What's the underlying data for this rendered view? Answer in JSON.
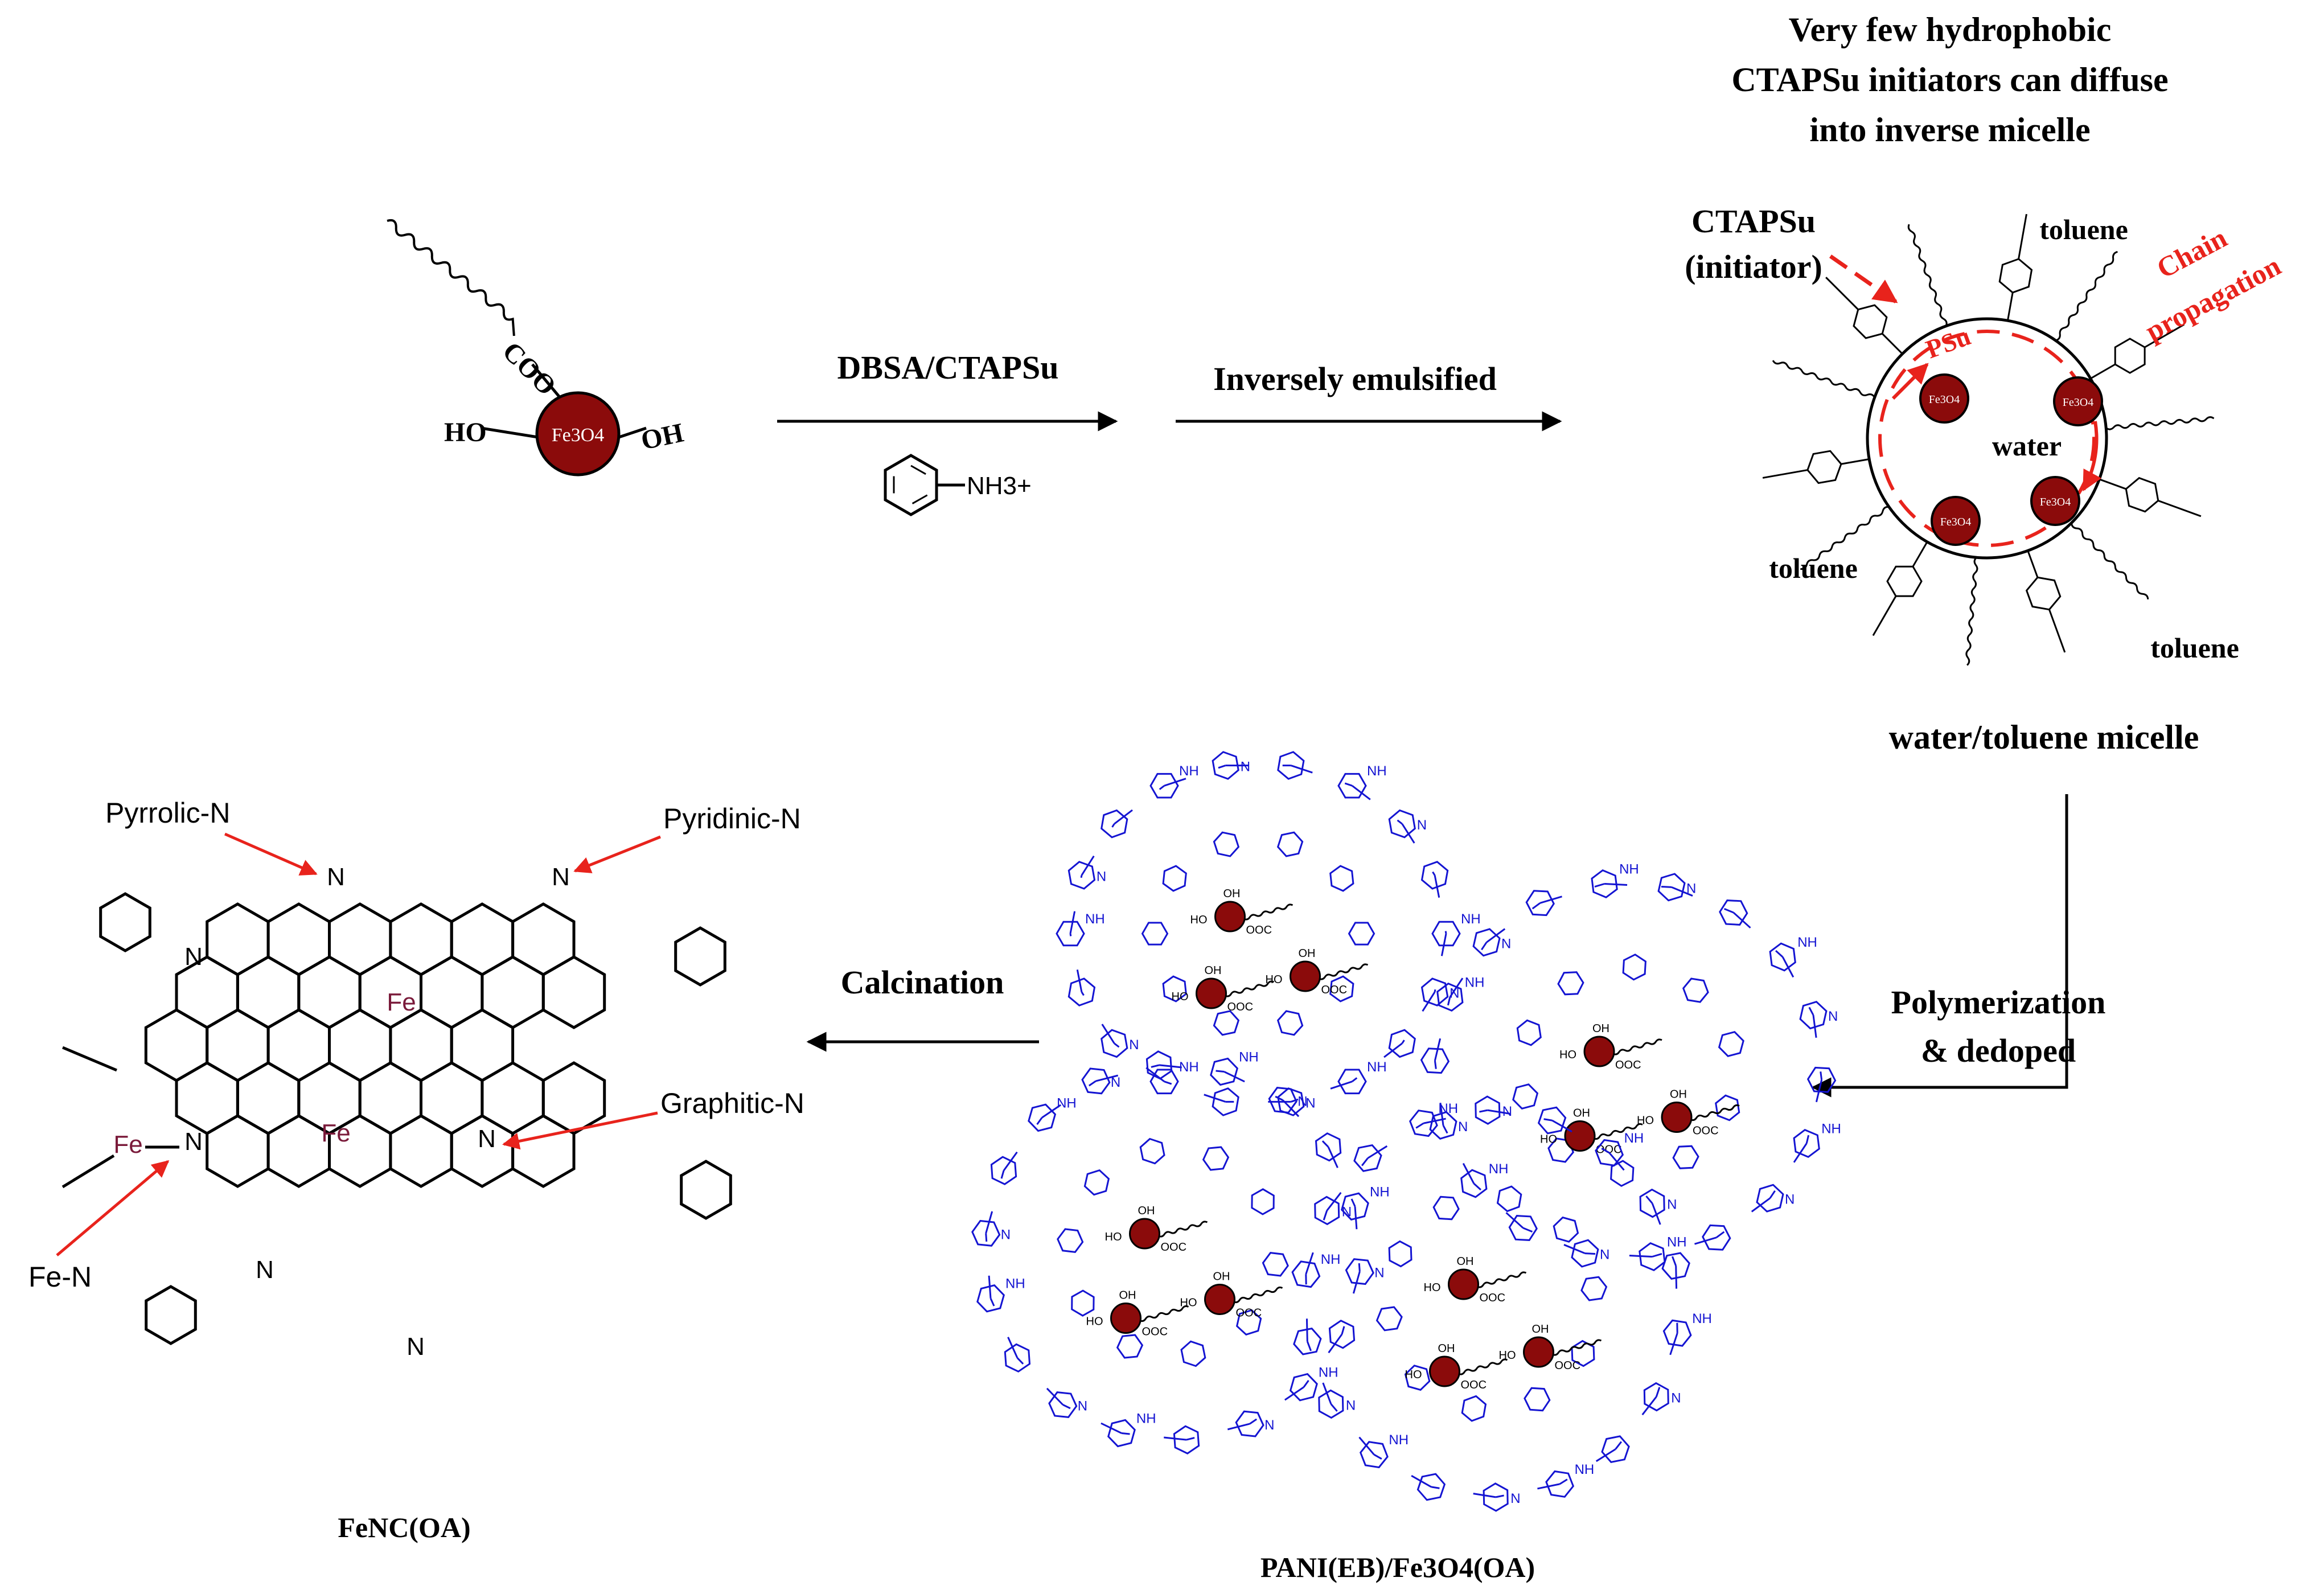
{
  "header": {
    "line1": "Very few hydrophobic",
    "line2": "CTAPSu initiators can diffuse",
    "line3": "into inverse micelle"
  },
  "steps": {
    "reagent": "DBSA/CTAPSu",
    "anilinium": "NH3+",
    "emulsify": "Inversely emulsified",
    "polymerize_1": "Polymerization",
    "polymerize_2": "& dedoped",
    "calcination": "Calcination"
  },
  "precursor": {
    "core": "Fe3O4",
    "left_group": "HO",
    "right_group": "OH",
    "ligand": "COO"
  },
  "micelle": {
    "initiator_1": "CTAPSu",
    "initiator_2": "(initiator)",
    "psu": "PSu",
    "chain_1": "Chain",
    "chain_2": "propagation",
    "water": "water",
    "toluene_top": "toluene",
    "toluene_left": "toluene",
    "toluene_bottom": "toluene",
    "caption": "water/toluene micelle",
    "core_label": "Fe3O4"
  },
  "fenc": {
    "pyrrolic": "Pyrrolic-N",
    "pyridinic": "Pyridinic-N",
    "graphitic": "Graphitic-N",
    "fen": "Fe-N",
    "fe": "Fe",
    "n": "N",
    "caption": "FeNC(OA)"
  },
  "pani": {
    "caption": "PANI(EB)/Fe3O4(OA)",
    "nh": "NH",
    "n": "N",
    "oh": "OH",
    "ho": "HO",
    "ooc": "OOC"
  },
  "colors": {
    "core": "#8b0b0b",
    "arrow_red": "#e8231c",
    "pani_blue": "#1414d2",
    "fe_label": "#7a1a3a",
    "black": "#000000"
  }
}
